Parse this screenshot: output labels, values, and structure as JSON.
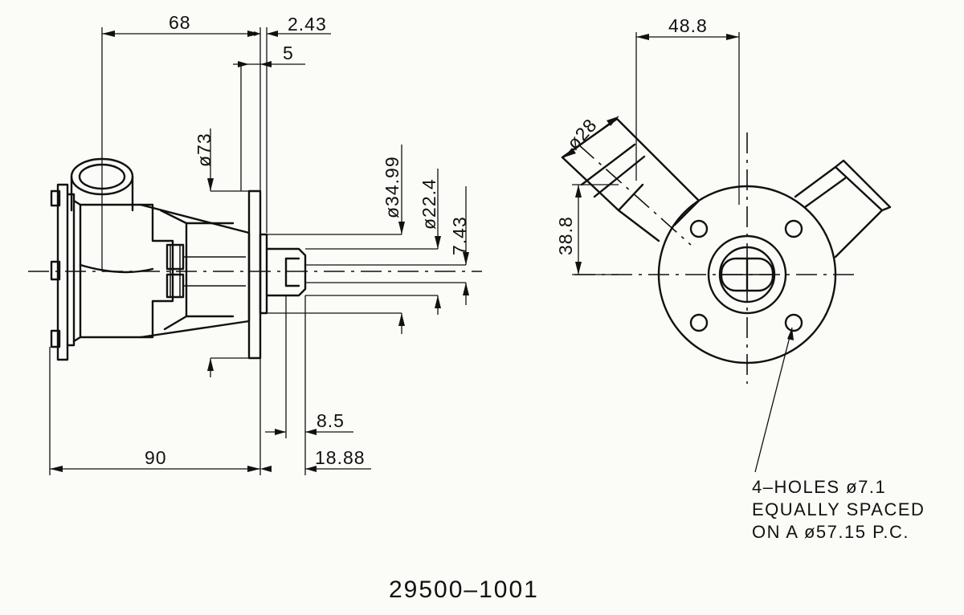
{
  "part_number": "29500–1001",
  "side_view": {
    "dim_68": "68",
    "dim_2_43": "2.43",
    "dim_5": "5",
    "dim_dia_73": "ø73",
    "dim_dia_34_99": "ø34.99",
    "dim_dia_22_4": "ø22.4",
    "dim_7_43": "7.43",
    "dim_8_5": "8.5",
    "dim_90": "90",
    "dim_18_88": "18.88"
  },
  "end_view": {
    "dim_48_8": "48.8",
    "dim_dia_28": "ø28",
    "dim_38_8": "38.8"
  },
  "notes": {
    "line1": "4–HOLES ø7.1",
    "line2": "EQUALLY SPACED",
    "line3": "ON A ø57.15 P.C."
  }
}
